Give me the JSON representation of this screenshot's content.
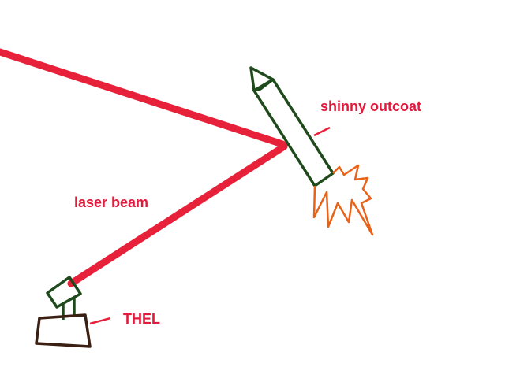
{
  "labels": {
    "laser_beam": "laser beam",
    "missile_coating": "shinny outcoat",
    "thel": "THEL"
  },
  "colors": {
    "beam": "#e8213a",
    "label_text": "#e01b3c",
    "pointer": "#e8213a",
    "missile_outline": "#1f4a1c",
    "flame": "#e8621a",
    "base_outline": "#3a1f12",
    "background": "#ffffff"
  }
}
